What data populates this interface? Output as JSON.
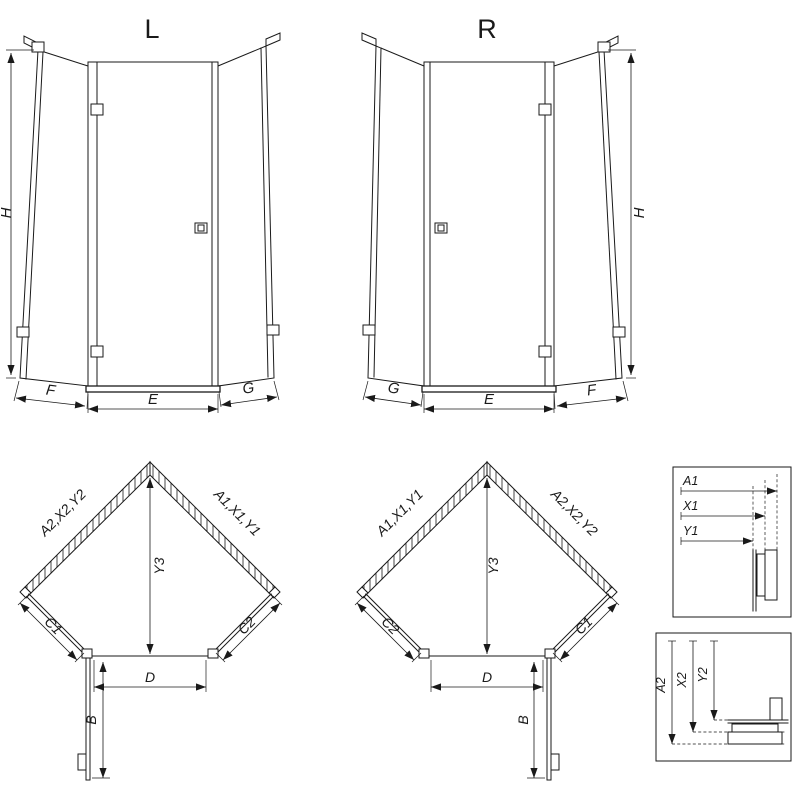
{
  "elevation_left": {
    "title": "L",
    "dim_height": "H",
    "dim_left": "F",
    "dim_front": "E",
    "dim_right": "G"
  },
  "elevation_right": {
    "title": "R",
    "dim_height": "H",
    "dim_left": "G",
    "dim_front": "E",
    "dim_right": "F"
  },
  "plan_left": {
    "wall_left": "A2,X2,Y2",
    "wall_right": "A1,X1,Y1",
    "depth": "Y3",
    "side_left": "C1",
    "side_right": "C2",
    "door_width": "D",
    "entry": "B"
  },
  "plan_right": {
    "wall_left": "A1,X1,Y1",
    "wall_right": "A2,X2,Y2",
    "depth": "Y3",
    "side_left": "C2",
    "side_right": "C1",
    "door_width": "D",
    "entry": "B"
  },
  "detail_top": {
    "labels": [
      "A1",
      "X1",
      "Y1"
    ]
  },
  "detail_bottom": {
    "labels": [
      "A2",
      "X2",
      "Y2"
    ]
  },
  "colors": {
    "ink": "#1a1a1a",
    "background": "#ffffff"
  }
}
